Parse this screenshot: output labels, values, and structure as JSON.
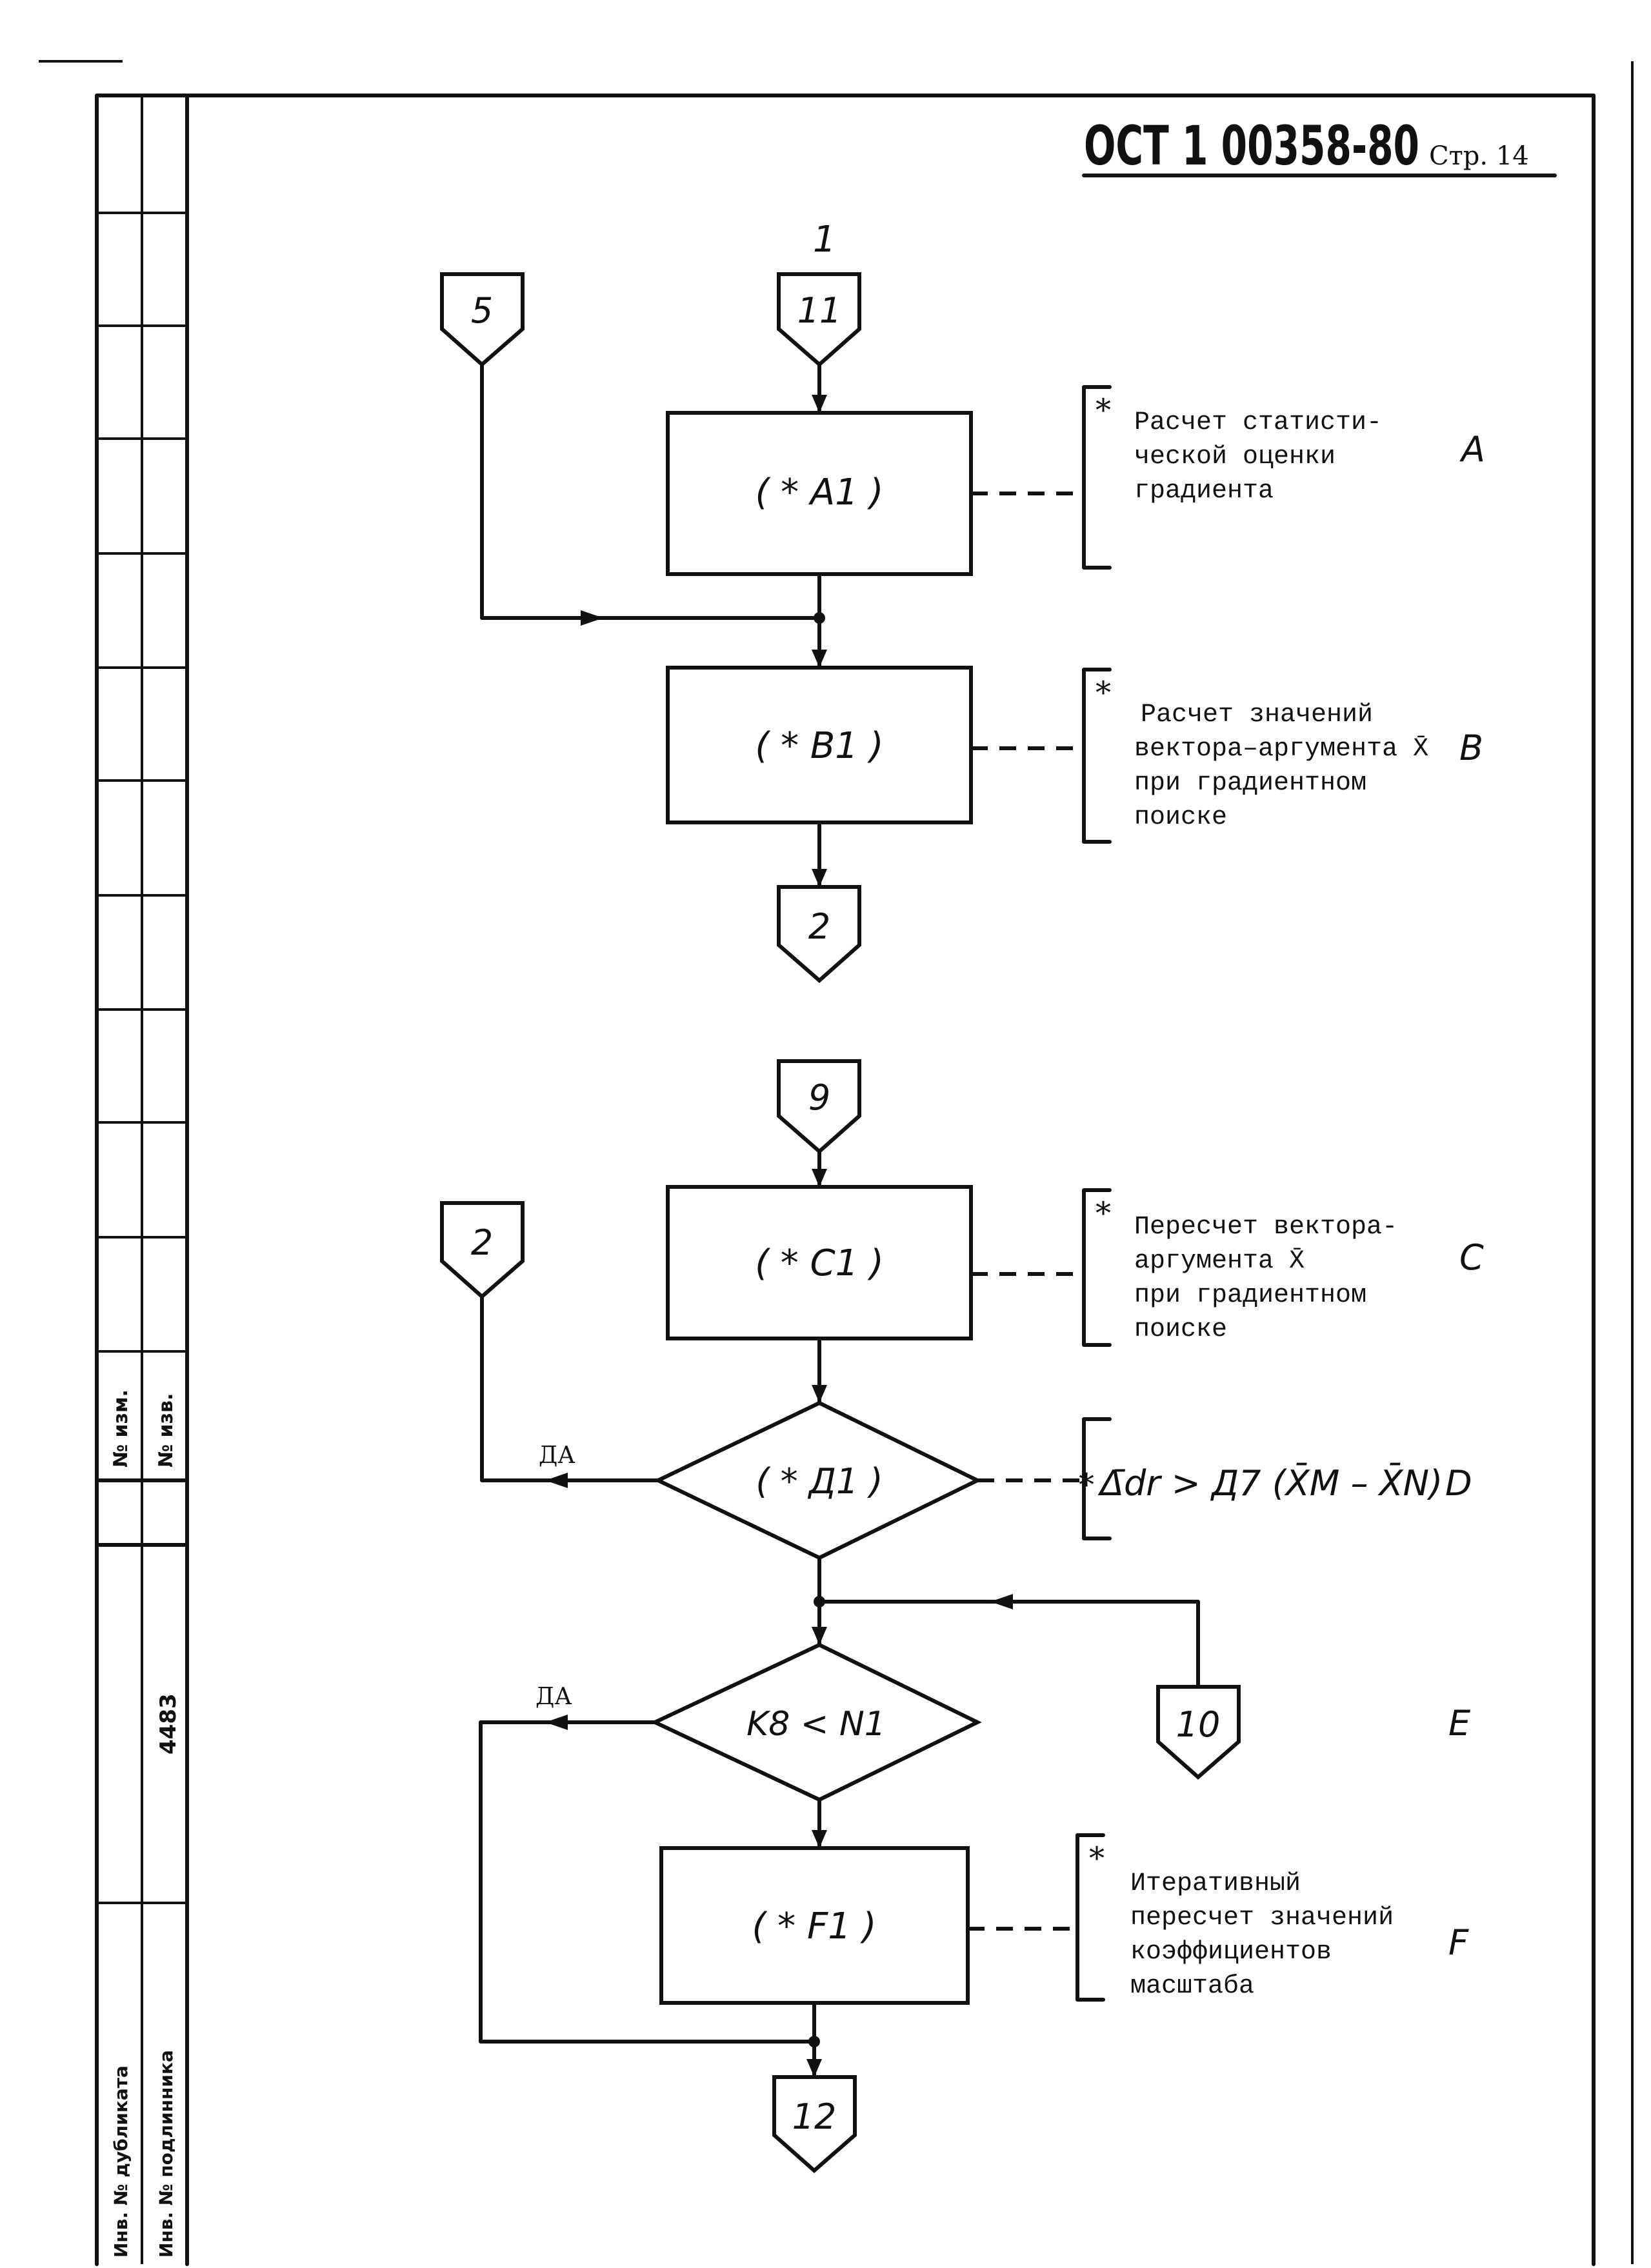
{
  "header": {
    "standard": "ОСТ 1 00358-80",
    "page": "Стр. 14"
  },
  "sheet_label": "1",
  "connectors": {
    "c5": "5",
    "c11": "11",
    "c2_out": "2",
    "c9": "9",
    "c2_in": "2",
    "c10": "10",
    "c12": "12"
  },
  "blocks": {
    "a1": "( * A1 )",
    "b1": "( * B1 )",
    "c1": "( * C1 )",
    "d1": "( * Д1 )",
    "e1": "K8 < N1",
    "f1": "( * F1 )"
  },
  "branch_labels": {
    "d_yes": "ДА",
    "e_yes": "ДА"
  },
  "comments": {
    "a": [
      "Расчет статисти-",
      "ческой оценки",
      "градиента"
    ],
    "b": [
      "Расчет значений",
      "вектора–аргумента X̄",
      "при градиентном",
      "поиске"
    ],
    "c": [
      "Пересчет вектора-",
      "аргумента X̄",
      "при градиентном",
      "поиске"
    ],
    "d": "Δ̄dr > Д7 (X̄M – X̄N)",
    "f": [
      "Итеративный",
      "пересчет значений",
      "коэффициентов",
      "масштаба"
    ]
  },
  "comment_star": "*",
  "row_letters": {
    "a": "A",
    "b": "B",
    "c": "C",
    "d": "D",
    "e": "E",
    "f": "F"
  },
  "margin_stamps": {
    "izm": "№ изм.",
    "izv": "№ изв.",
    "number": "4483",
    "dubl": "Инв. № дубликата",
    "podl": "Инв. № подлинника"
  }
}
